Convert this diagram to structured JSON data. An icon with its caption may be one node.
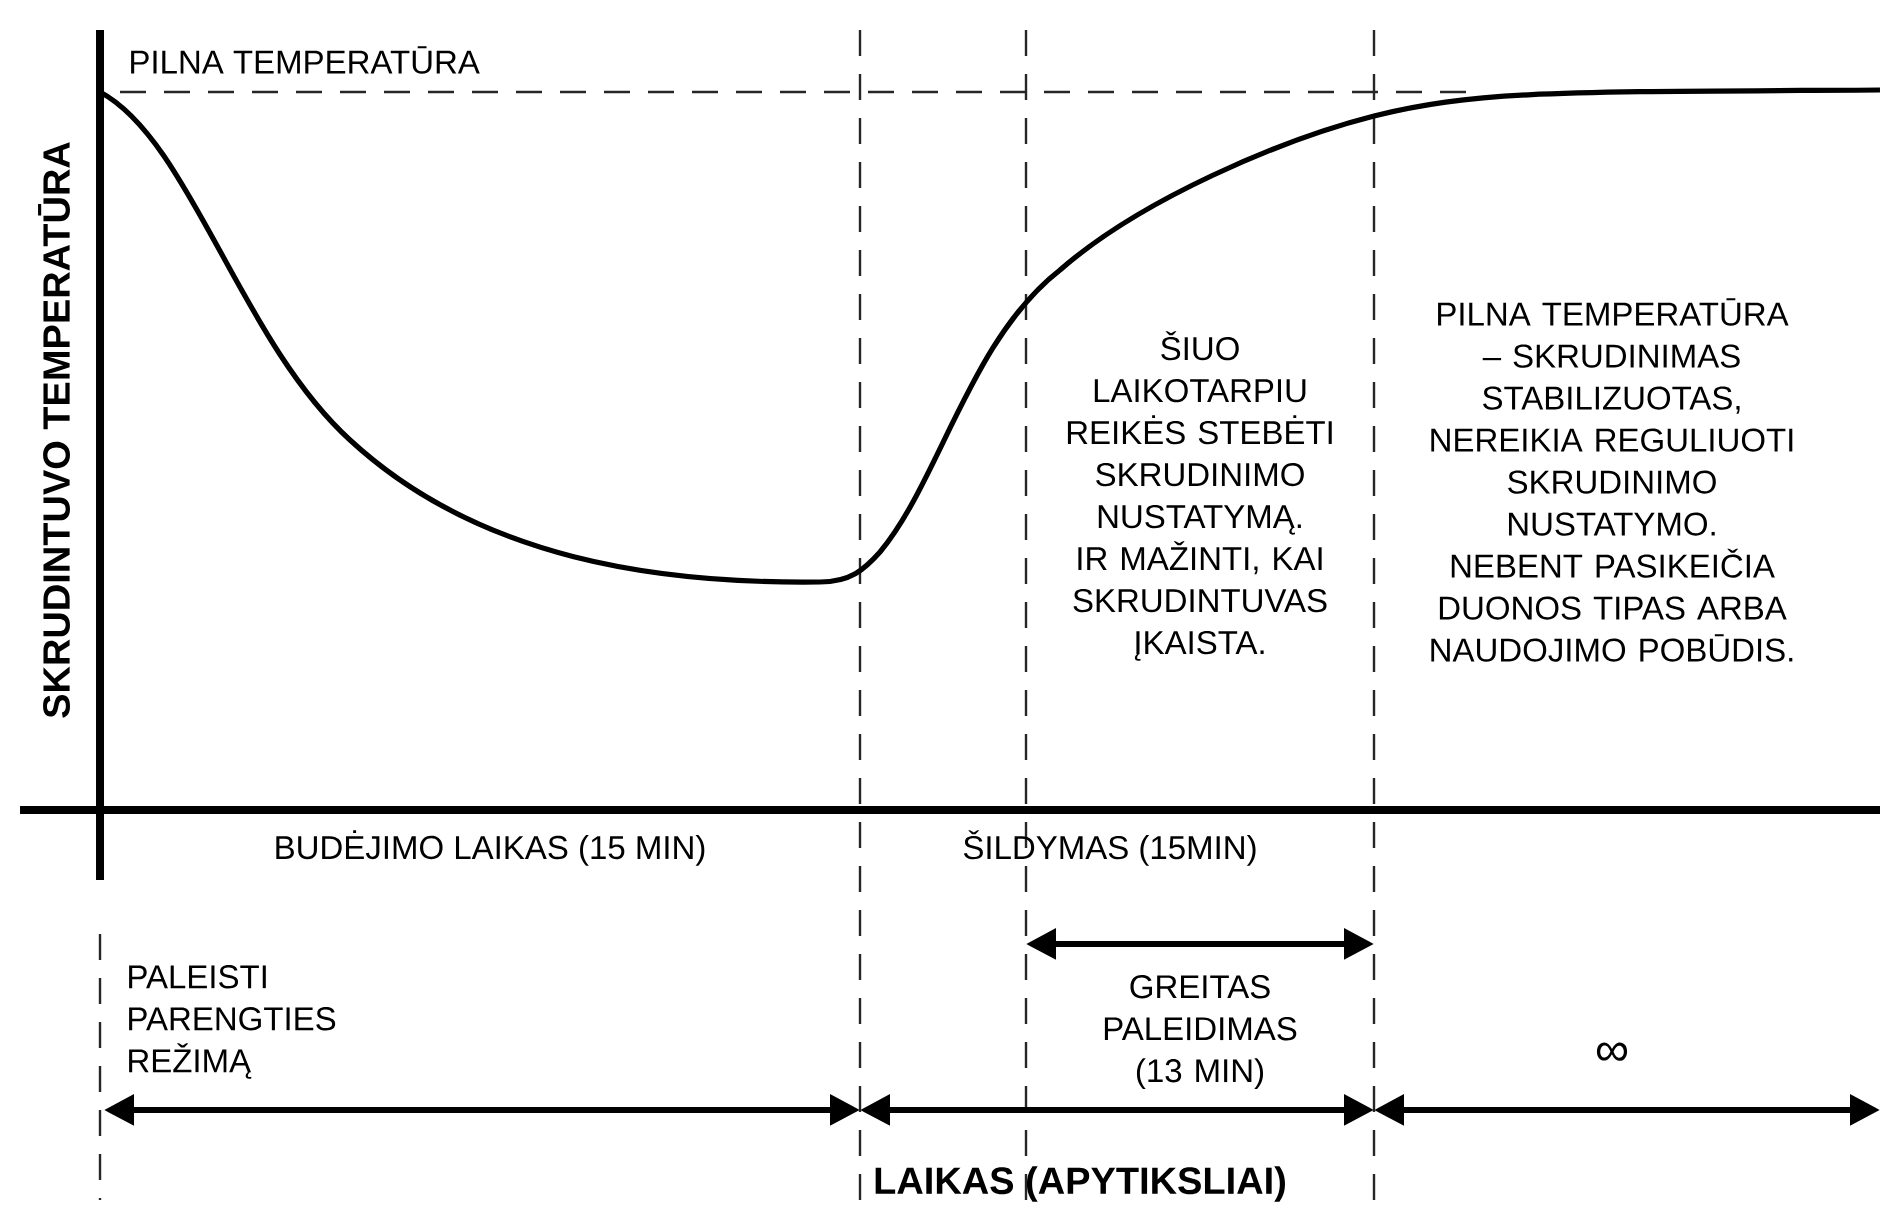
{
  "diagram": {
    "labels": [
      "SKRUDINTUVO TEMPERATŪRA",
      "PILNA TEMPERATŪRA",
      "ŠIUO LAIKOTARPIU REIKĖS STEBĖTI SKRUDINIMO NUSTATYMĄ. IR MAŽINTI, KAI SKRUDINTUVAS ĮKAISTA.",
      "PILNA TEMPERATŪRA – SKRUDINIMAS STABILIZUOTAS, NEREIKIA REGULIUOTI SKRUDINIMO NUSTATYMO. NEBENT PASIKEIČIA DUONOS TIPAS ARBA NAUDOJIMO POBŪDIS.",
      "BUDĖJIMO LAIKAS (15 MIN)",
      "ŠILDYMAS (15MIN)",
      "PALEISTI PARENGTIES REŽIMĄ",
      "GREITAS PALEIDIMAS (13 MIN)",
      "∞",
      "LAIKAS (APYTIKSLIAI)"
    ]
  }
}
